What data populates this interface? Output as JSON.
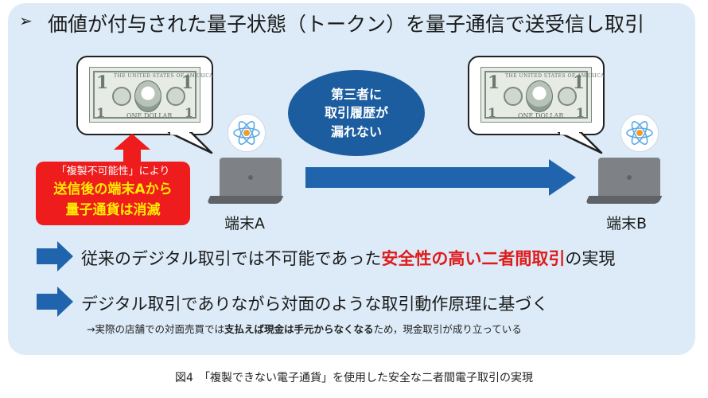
{
  "title": {
    "marker": "➢",
    "text": "価値が付与された量子状態（トークン）を量子通信で送受信し取引"
  },
  "bill": {
    "numeral": "1",
    "header": "THE UNITED STATES OF AMERICA",
    "footer": "ONE DOLLAR"
  },
  "oval": {
    "lines": [
      "第三者に",
      "取引履歴が",
      "漏れない"
    ]
  },
  "terminals": {
    "a_label": "端末A",
    "b_label": "端末B"
  },
  "red_box": {
    "line1": "「複製不可能性」により",
    "line2": "送信後の端末Aから",
    "line3": "量子通貨は消滅"
  },
  "bullets": [
    {
      "before": "従来のデジタル取引では不可能であった",
      "highlight": "安全性の高い二者間取引",
      "after": "の実現"
    },
    {
      "text": "デジタル取引でありながら対面のような取引動作原理に基づく",
      "note_before": "→実際の店舗での対面売買では",
      "note_bold": "支払えば現金は手元からなくなる",
      "note_after": "ため，現金取引が成り立っている"
    }
  ],
  "caption": "図4　「複製できない電子通貨」を使用した安全な二者間電子取引の実現",
  "colors": {
    "panel_bg": "#dcebf7",
    "arrow_blue": "#1f64ad",
    "oval_blue": "#1c5da0",
    "red": "#ee1c1c",
    "yellow": "#ffec00"
  }
}
